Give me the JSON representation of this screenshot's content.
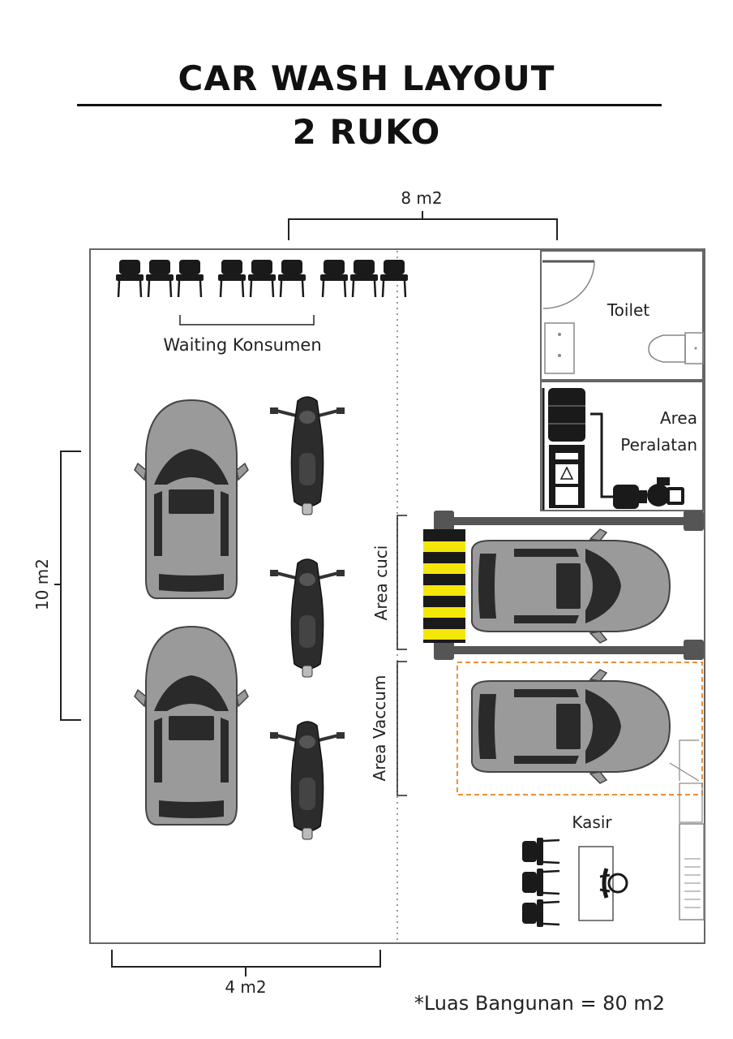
{
  "header": {
    "title": "CAR WASH LAYOUT",
    "subtitle": "2 RUKO"
  },
  "dimensions": {
    "top": "8 m2",
    "left": "10 m2",
    "bottom": "4 m2"
  },
  "areas": {
    "waiting": "Waiting Konsumen",
    "toilet": "Toilet",
    "equipment_line1": "Area",
    "equipment_line2": "Peralatan",
    "wash": "Area cuci",
    "vacuum": "Area Vaccum",
    "cashier": "Kasir"
  },
  "footnote": "*Luas Bangunan = 80 m2",
  "colors": {
    "car_body": "#9a9a9a",
    "car_window": "#2a2a2a",
    "stripe_yellow": "#f5e60a",
    "vacuum_outline": "#e8903a",
    "wall": "#666666"
  }
}
